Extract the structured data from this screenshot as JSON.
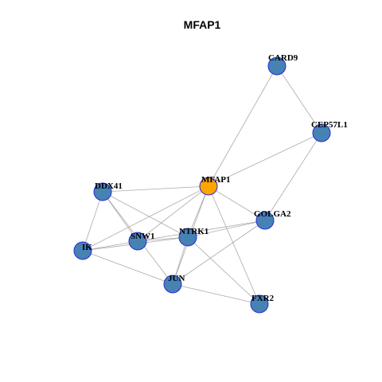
{
  "title": "MFAP1",
  "colors": {
    "center": "#ffa500",
    "node": "#4682b4",
    "edge": "#aaaaaa",
    "node_border": "#2b2bd6"
  },
  "nodes": [
    {
      "id": "MFAP1",
      "label": "MFAP1",
      "center": true
    },
    {
      "id": "CARD9",
      "label": "CARD9"
    },
    {
      "id": "CEP57L1",
      "label": "CEP57L1"
    },
    {
      "id": "DDX41",
      "label": "DDX41"
    },
    {
      "id": "GOLGA2",
      "label": "GOLGA2"
    },
    {
      "id": "NTRK1",
      "label": "NTRK1"
    },
    {
      "id": "SNW1",
      "label": "SNW1"
    },
    {
      "id": "IK",
      "label": "IK"
    },
    {
      "id": "JUN",
      "label": "JUN"
    },
    {
      "id": "FXR2",
      "label": "FXR2"
    }
  ],
  "edges": [
    [
      "MFAP1",
      "CARD9"
    ],
    [
      "CARD9",
      "CEP57L1"
    ],
    [
      "MFAP1",
      "CEP57L1"
    ],
    [
      "CEP57L1",
      "GOLGA2"
    ],
    [
      "MFAP1",
      "DDX41"
    ],
    [
      "MFAP1",
      "SNW1"
    ],
    [
      "MFAP1",
      "NTRK1"
    ],
    [
      "MFAP1",
      "IK"
    ],
    [
      "MFAP1",
      "JUN"
    ],
    [
      "MFAP1",
      "FXR2"
    ],
    [
      "MFAP1",
      "GOLGA2"
    ],
    [
      "DDX41",
      "SNW1"
    ],
    [
      "DDX41",
      "NTRK1"
    ],
    [
      "DDX41",
      "IK"
    ],
    [
      "DDX41",
      "JUN"
    ],
    [
      "IK",
      "SNW1"
    ],
    [
      "IK",
      "NTRK1"
    ],
    [
      "IK",
      "JUN"
    ],
    [
      "SNW1",
      "NTRK1"
    ],
    [
      "SNW1",
      "GOLGA2"
    ],
    [
      "NTRK1",
      "GOLGA2"
    ],
    [
      "NTRK1",
      "JUN"
    ],
    [
      "NTRK1",
      "FXR2"
    ],
    [
      "JUN",
      "GOLGA2"
    ],
    [
      "JUN",
      "FXR2"
    ]
  ]
}
